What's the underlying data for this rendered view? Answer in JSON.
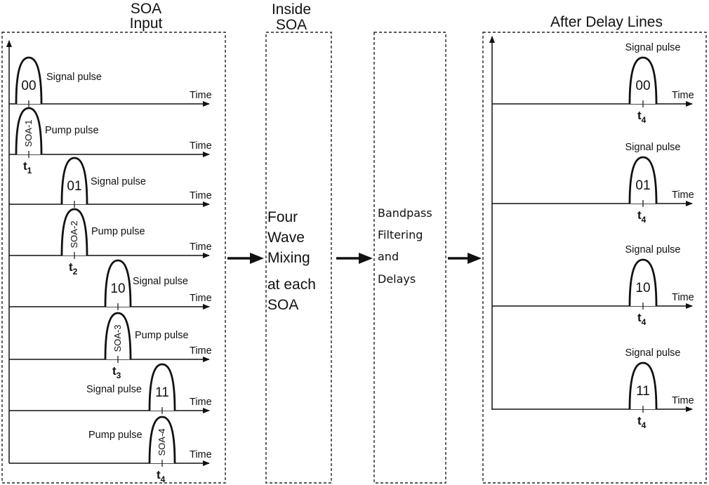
{
  "headings": {
    "soa_input_line1": "SOA",
    "soa_input_line2": "Input",
    "inside_line1": "Inside",
    "inside_line2": "SOA",
    "after_delay": "After Delay Lines"
  },
  "axis_label": "Time",
  "left_rows": [
    {
      "kind": "signal",
      "label": "Signal pulse",
      "code": "00",
      "tick_main": "",
      "tick_sub": ""
    },
    {
      "kind": "pump",
      "label": "Pump pulse",
      "code": "SOA-1",
      "tick_main": "t",
      "tick_sub": "1"
    },
    {
      "kind": "signal",
      "label": "Signal pulse",
      "code": "01",
      "tick_main": "",
      "tick_sub": ""
    },
    {
      "kind": "pump",
      "label": "Pump pulse",
      "code": "SOA-2",
      "tick_main": "t",
      "tick_sub": "2"
    },
    {
      "kind": "signal",
      "label": "Signal pulse",
      "code": "10",
      "tick_main": "",
      "tick_sub": ""
    },
    {
      "kind": "pump",
      "label": "Pump pulse",
      "code": "SOA-3",
      "tick_main": "t",
      "tick_sub": "3"
    },
    {
      "kind": "signal",
      "label": "Signal pulse",
      "code": "11",
      "tick_main": "",
      "tick_sub": ""
    },
    {
      "kind": "pump",
      "label": "Pump pulse",
      "code": "SOA-4",
      "tick_main": "t",
      "tick_sub": "4"
    }
  ],
  "mixing_lines": [
    "Four",
    "Wave",
    "Mixing",
    "at each",
    "SOA"
  ],
  "filter_lines": [
    "Bandpass",
    "Filtering",
    "and",
    "Delays"
  ],
  "right_rows": [
    {
      "label": "Signal pulse",
      "code": "00",
      "tick_main": "t",
      "tick_sub": "4"
    },
    {
      "label": "Signal pulse",
      "code": "01",
      "tick_main": "t",
      "tick_sub": "4"
    },
    {
      "label": "Signal pulse",
      "code": "10",
      "tick_main": "t",
      "tick_sub": "4"
    },
    {
      "label": "Signal pulse",
      "code": "11",
      "tick_main": "t",
      "tick_sub": "4"
    }
  ]
}
